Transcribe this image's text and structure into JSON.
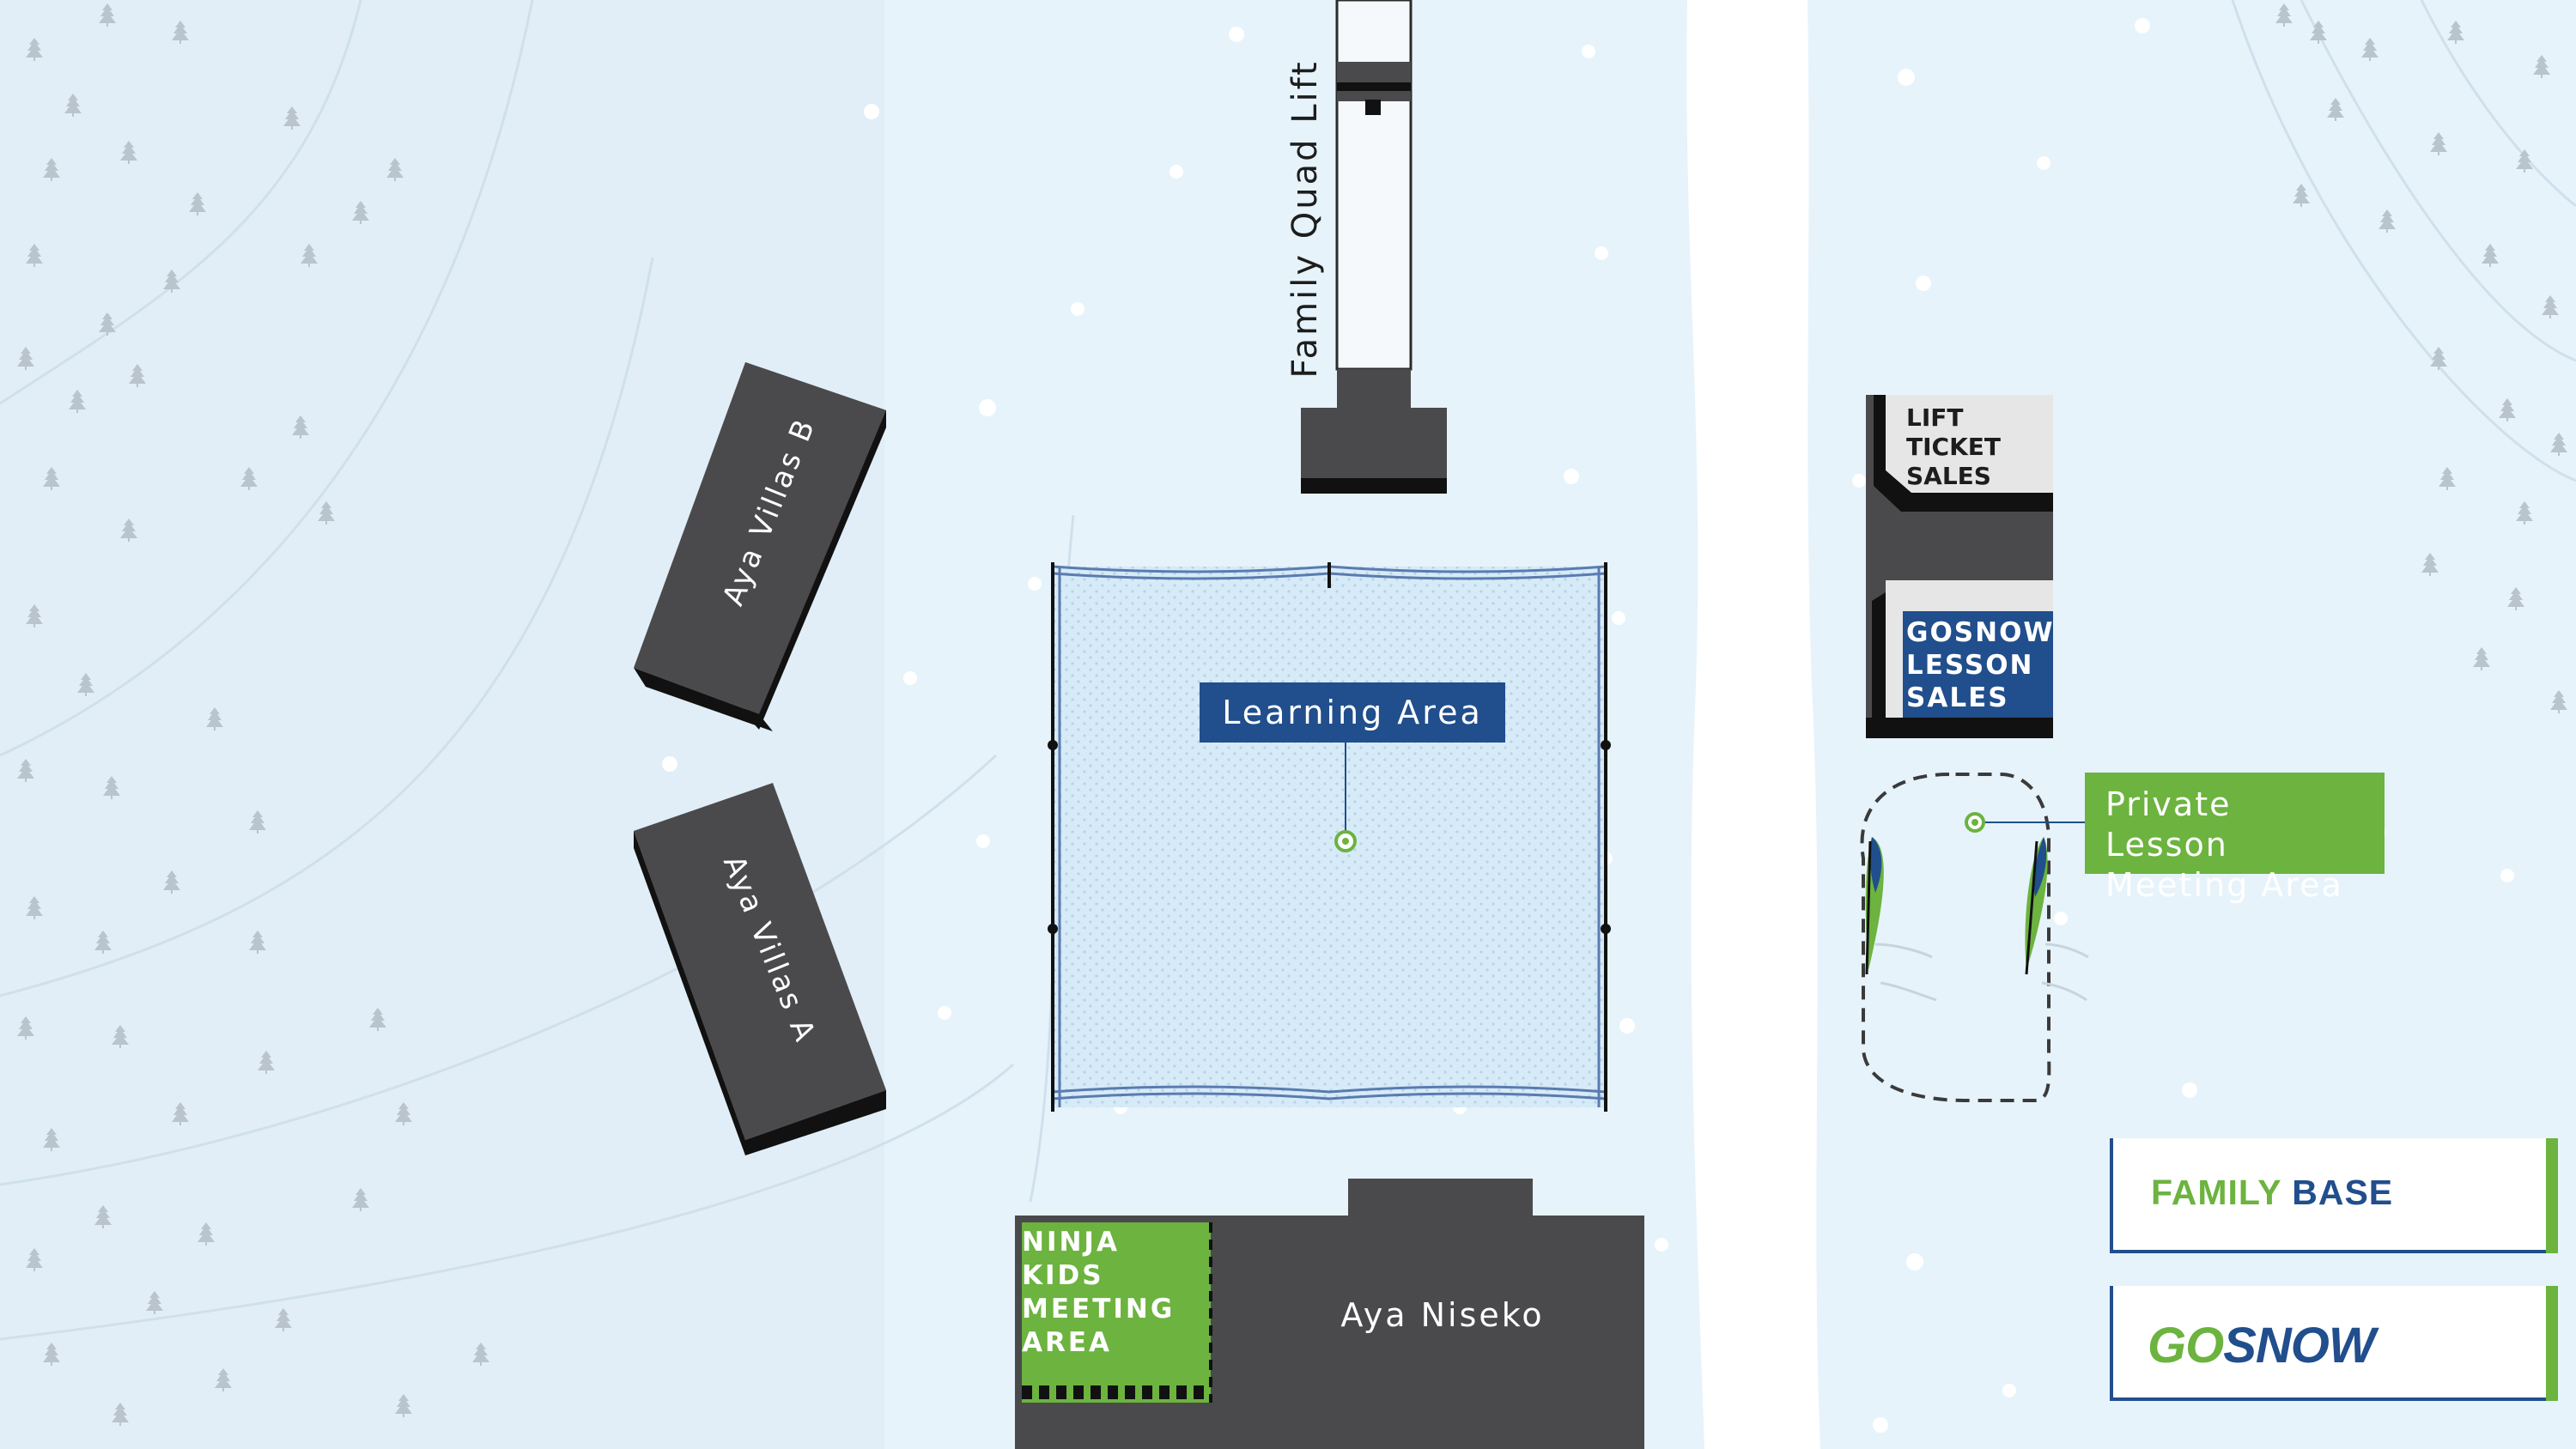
{
  "map": {
    "labels": {
      "family_quad_lift": "Family Quad Lift",
      "aya_villas_b": "Aya Villas B",
      "aya_villas_a": "Aya Villas A",
      "learning_area": "Learning Area",
      "lift_ticket_sales": "LIFT TICKET SALES",
      "gosnow_lesson_sales": "GOSNOW LESSON SALES",
      "private_lesson_meeting_area": "Private Lesson Meeting Area",
      "ninja_kids_meeting_area": "NINJA KIDS MEETING AREA",
      "aya_niseko": "Aya Niseko"
    },
    "badges": {
      "family_base": {
        "word1": "FAMILY",
        "word2": "BASE"
      },
      "gosnow_logo": {
        "part1": "GO",
        "part2": "SNOW"
      }
    },
    "colors": {
      "snow_background": "#e6f3fb",
      "road": "#ffffff",
      "building": "#4a4a4c",
      "building_shadow": "#111111",
      "brand_blue": "#214e8c",
      "brand_green": "#6cb33f",
      "learning_area_fill": "#d6ebf7",
      "fence": "#5a7bb0",
      "tree": "#b9c4cc"
    },
    "icons": [
      "tree-icon",
      "snowflake-dot",
      "location-pin-icon",
      "flag-icon"
    ]
  }
}
